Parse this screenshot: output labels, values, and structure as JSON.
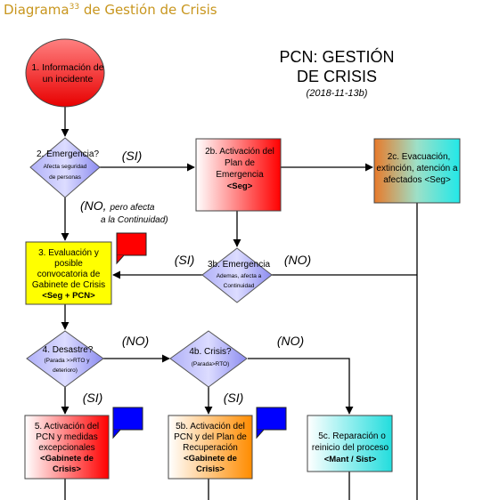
{
  "caption": {
    "prefix": "Diagrama",
    "sup": "33",
    "suffix": " de Gestión de Crisis"
  },
  "title": {
    "line1": "PCN: GESTIÓN",
    "line2": "DE CRISIS",
    "date": "(2018-11-13b)"
  },
  "nodes": {
    "n1": [
      "1. Información de",
      "un incidente"
    ],
    "n2": {
      "main": "2. Emergencia?",
      "sub": [
        "Afecta seguridad",
        "de personas"
      ]
    },
    "n2b": [
      "2b. Activación del",
      "Plan de",
      "Emergencia",
      "<Seg>"
    ],
    "n2c": [
      "2c. Evacuación,",
      "extinción, atención a",
      "afectados <Seg>"
    ],
    "n3": [
      "3. Evaluación y",
      "posible",
      "convocatoria de",
      "Gabinete de Crisis",
      "<Seg + PCN>"
    ],
    "n3b": {
      "main": "3b. Emergencia",
      "sub": [
        "Ademas, afecta a",
        "Continuidad"
      ]
    },
    "n4": {
      "main": "4. Desastre?",
      "sub": [
        "(Parada >>RTO y",
        "deterioro)"
      ]
    },
    "n4b": {
      "main": "4b. Crisis?",
      "sub": [
        "(Parada>RTO)"
      ]
    },
    "n5": [
      "5. Activación del",
      "PCN y medidas",
      "excepcionales",
      "<Gabinete de",
      "Crisis>"
    ],
    "n5b": [
      "5b. Activación del",
      "PCN y del Plan de",
      "Recuperación",
      "<Gabinete de",
      "Crisis>"
    ],
    "n5c": [
      "5c. Reparación o",
      "reinicio del proceso",
      "<Mant / Sist>"
    ]
  },
  "labels": {
    "si": "(SI)",
    "no": "(NO)",
    "no_big": "(NO,",
    "no_rest": "pero afecta",
    "no_line2": "a la Continuidad)"
  },
  "colors": {
    "caption": "#c8961e",
    "red": "#ff0000",
    "orange": "#ff8c00",
    "cyan": "#22dddd",
    "diamond": "#8c8cf0",
    "yellow": "#ffff00",
    "flag_red": "#ff0000",
    "flag_blue": "#0000ff"
  }
}
